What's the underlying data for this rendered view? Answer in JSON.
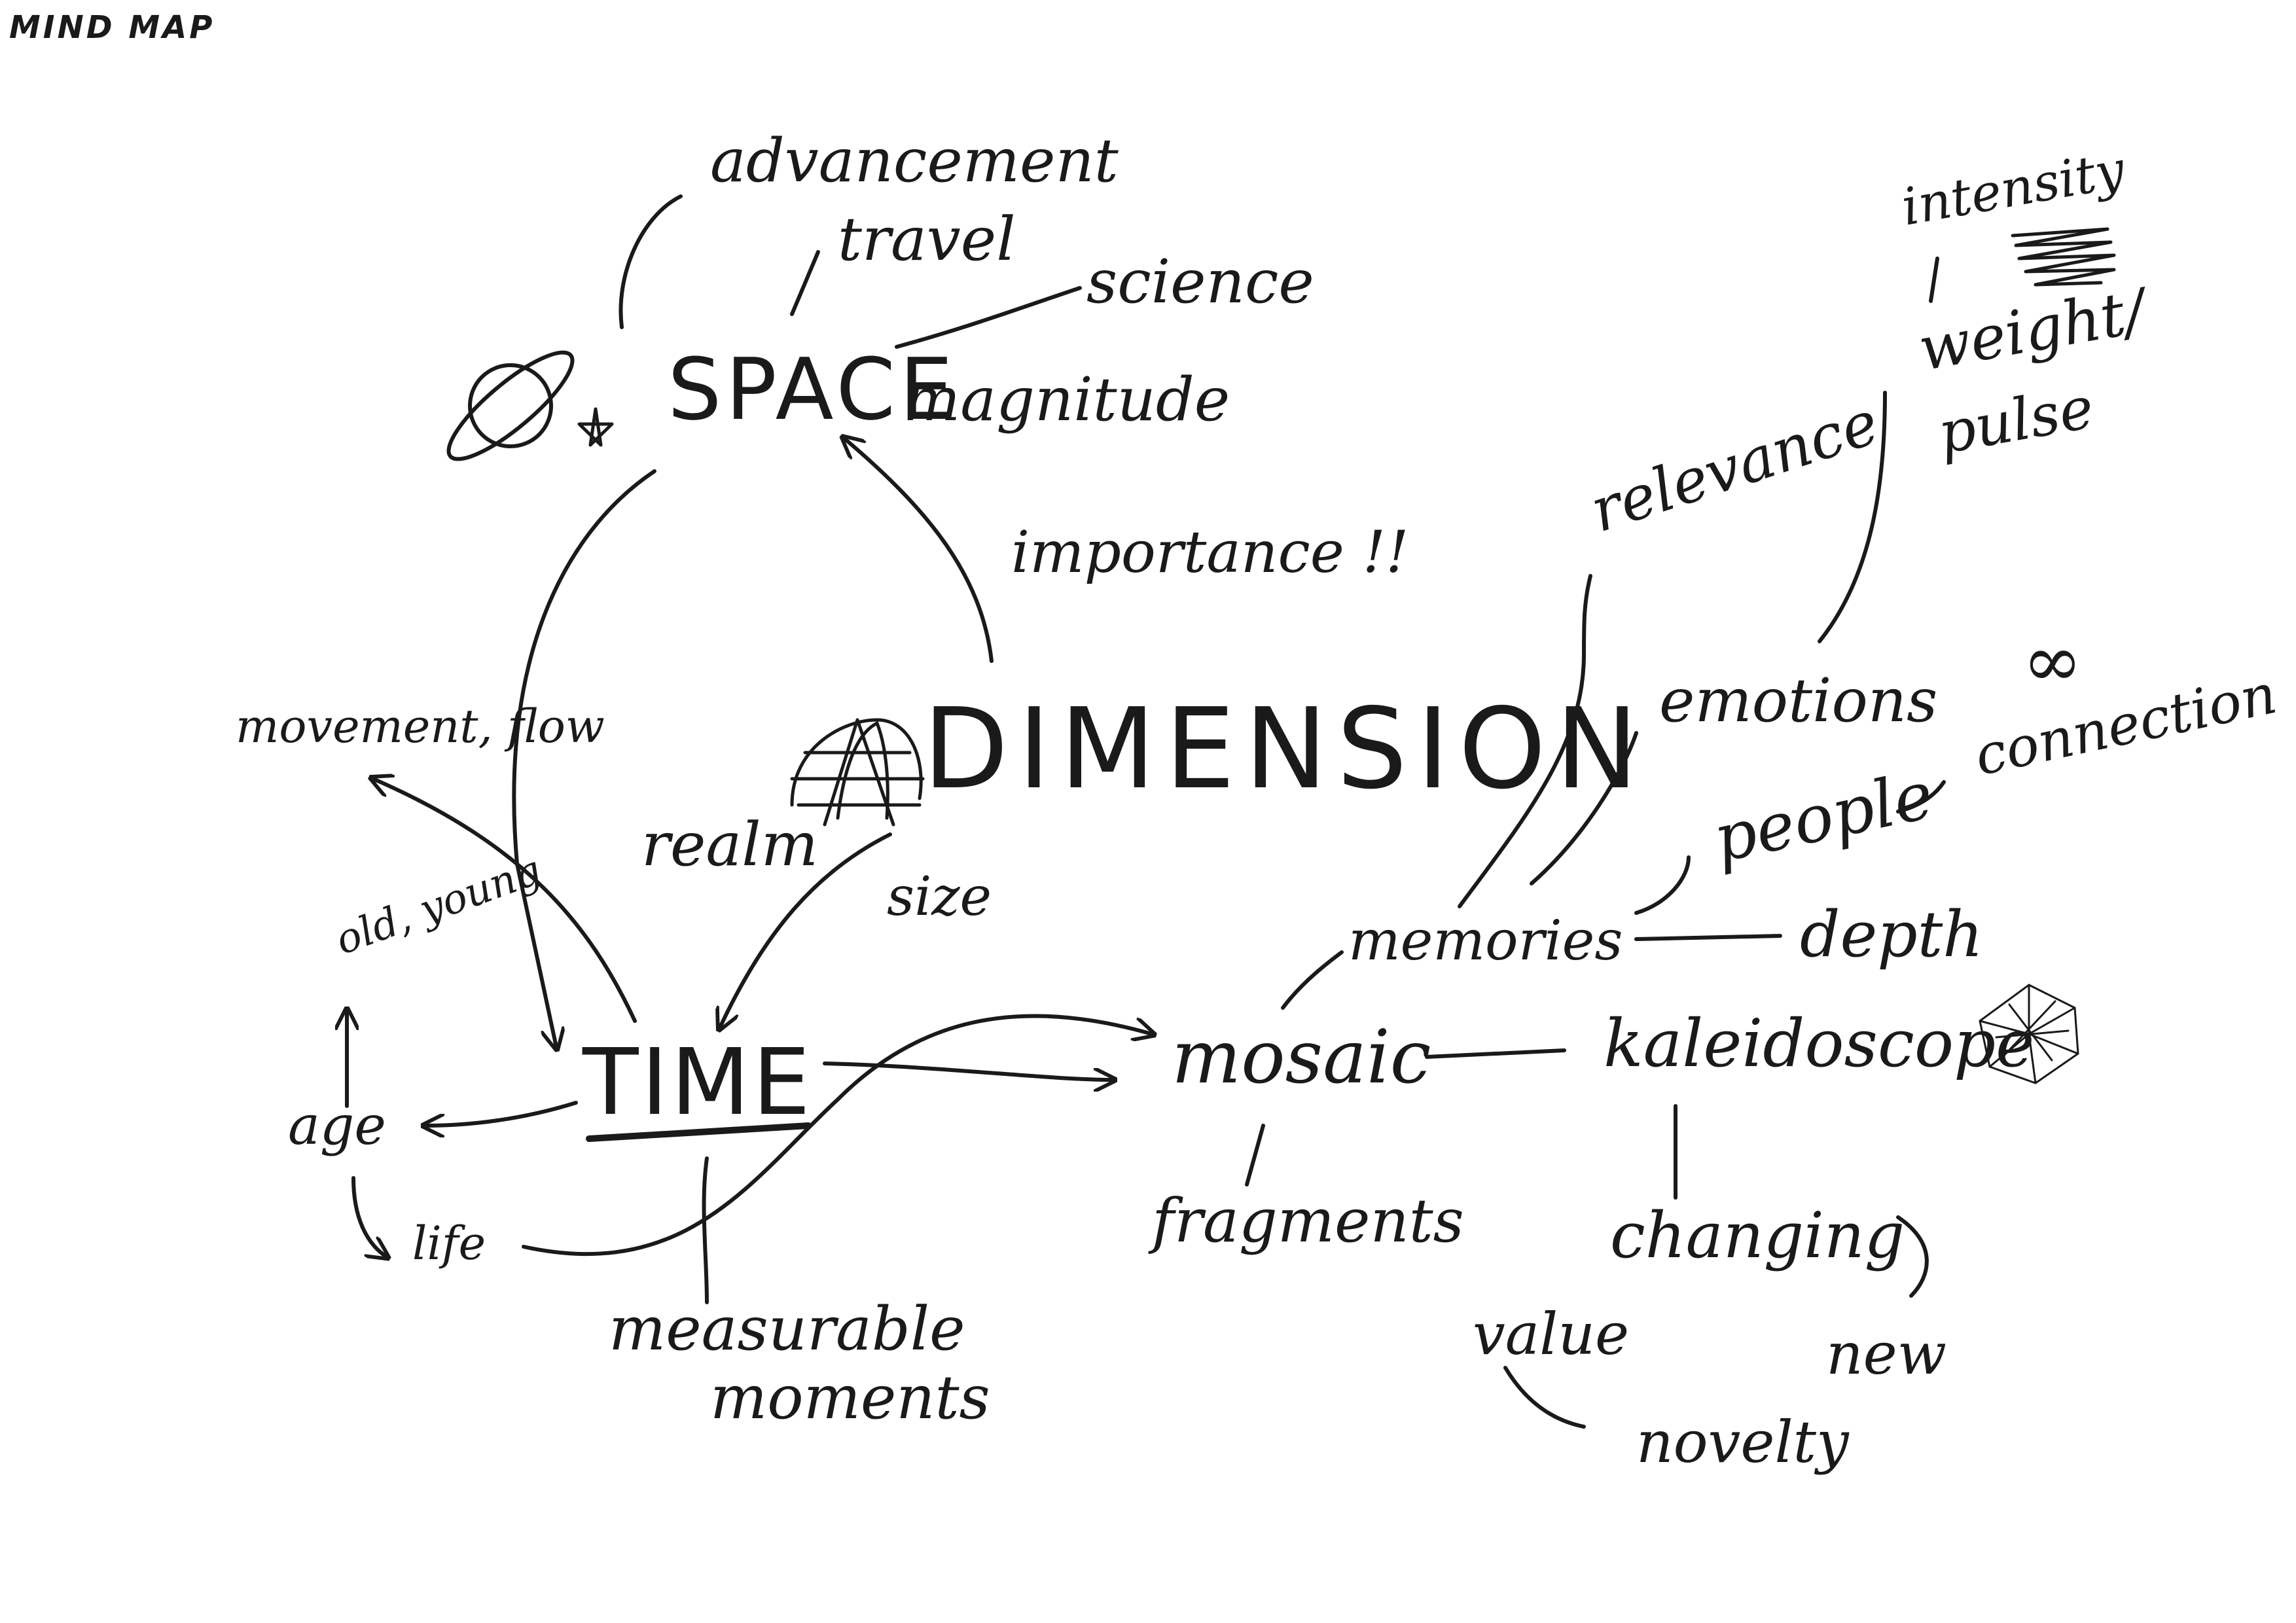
{
  "title": "MIND MAP",
  "nodes": {
    "dimension": "DIMENSION",
    "space": "SPACE",
    "time": "TIME",
    "mosaic": "mosaic",
    "advancement": "advancement",
    "travel": "travel",
    "science": "science",
    "magnitude": "magnitude",
    "importance": "importance !!",
    "movement_flow": "movement, flow",
    "realm": "realm",
    "size": "size",
    "old_young": "old, young",
    "age": "age",
    "life": "life",
    "measurable_moments_1": "measurable",
    "measurable_moments_2": "moments",
    "relevance": "relevance",
    "intensity": "intensity",
    "weight_pulse_1": "weight/",
    "weight_pulse_2": "pulse",
    "emotions": "emotions",
    "infinity": "∞",
    "connection": "connection",
    "people": "people",
    "memories": "memories",
    "depth": "depth",
    "kaleidoscope": "kaleidoscope",
    "fragments": "fragments",
    "changing": "changing",
    "value": "value",
    "new": "new",
    "novelty": "novelty"
  },
  "icons": [
    "planet-icon",
    "star-icon",
    "globe-icon",
    "kaleidoscope-icon",
    "scribble-icon"
  ],
  "colors": {
    "ink": "#1a1a1a",
    "paper": "#ffffff"
  }
}
